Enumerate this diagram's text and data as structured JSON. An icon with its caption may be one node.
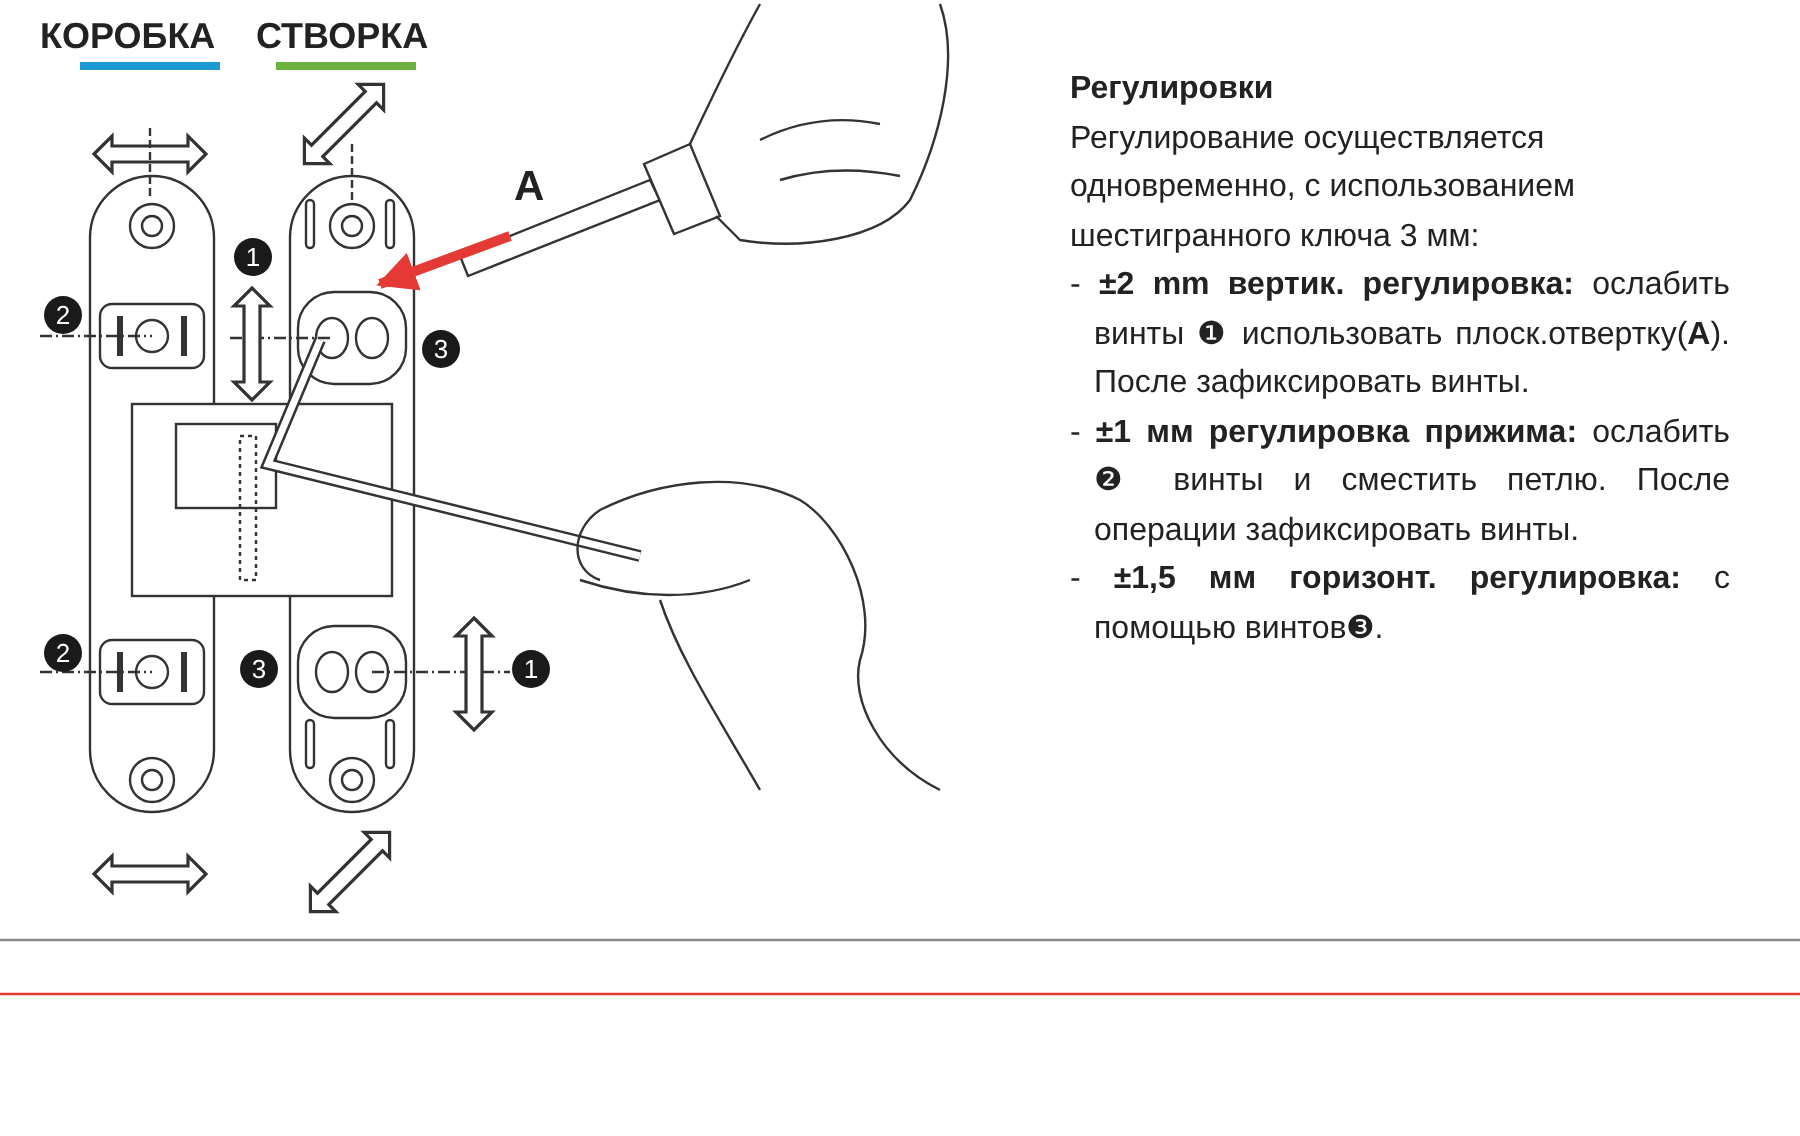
{
  "diagram": {
    "labels": [
      "КОРОБКА",
      "СТВОРКА",
      "A",
      "1",
      "2",
      "3",
      "2",
      "3",
      "1",
      "Регулировки",
      "Регулирование осуществляется одновременно, с использованием шестигранного ключа 3 мм:",
      "- **±2 mm вертик. регулировка:** ослабить винты ❶ использовать плоск.отвертку(**A**). После зафиксировать винты.",
      "- **±1 мм регулировка прижима:** ослабить ❷ винты и сместить петлю. После операции зафиксировать винты.",
      "- **±1,5 мм горизонт. регулировка:** с помощью винтов❸."
    ]
  }
}
